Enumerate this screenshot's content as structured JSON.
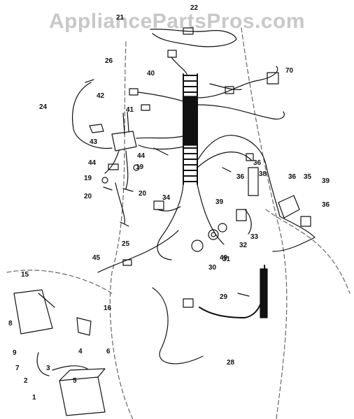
{
  "watermark": "AppliancePartsPros.com",
  "callouts": [
    "1",
    "2",
    "3",
    "4",
    "5",
    "6",
    "7",
    "8",
    "9",
    "15",
    "16",
    "19",
    "19",
    "20",
    "20",
    "21",
    "22",
    "24",
    "25",
    "26",
    "28",
    "29",
    "30",
    "31",
    "32",
    "33",
    "34",
    "35",
    "36",
    "36",
    "36",
    "36",
    "38",
    "39",
    "39",
    "40",
    "41",
    "42",
    "43",
    "44",
    "44",
    "45",
    "49",
    "70"
  ]
}
